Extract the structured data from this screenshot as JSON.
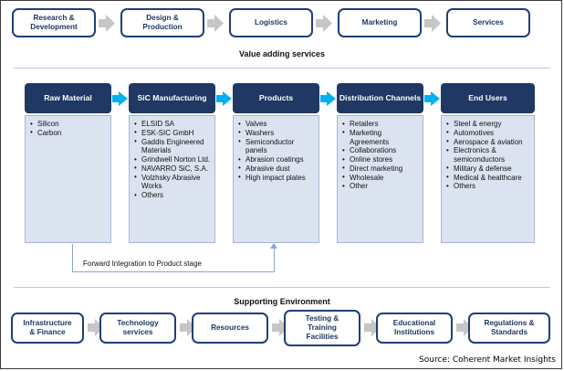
{
  "top_row": {
    "caption": "Value adding services",
    "items": [
      {
        "label": "Research & Development",
        "lines": [
          "Research &",
          "Development"
        ]
      },
      {
        "label": "Design & Production",
        "lines": [
          "Design &",
          "Production"
        ]
      },
      {
        "label": "Logistics",
        "lines": [
          "Logistics"
        ]
      },
      {
        "label": "Marketing",
        "lines": [
          "Marketing"
        ]
      },
      {
        "label": "Services",
        "lines": [
          "Services"
        ]
      }
    ]
  },
  "value_chain": {
    "columns": [
      {
        "title": "Raw Material",
        "title_lines": [
          "Raw Material"
        ],
        "items": [
          "Silicon",
          "Carbon"
        ]
      },
      {
        "title": "SiC Manufacturing",
        "title_lines": [
          "SiC",
          "Manufacturing"
        ],
        "items": [
          "ELSID SA",
          "ESK-SIC GmbH",
          "Gaddis Engineered Materials",
          "Grindwell Norton Ltd.",
          "NAVARRO SiC, S.A.",
          "Volzhsky Abrasive Works",
          "Others"
        ]
      },
      {
        "title": "Products",
        "title_lines": [
          "Products"
        ],
        "items": [
          "Valves",
          "Washers",
          "Semiconductor panels",
          "Abrasion coatings",
          "Abrasive dust",
          "High impact plates"
        ]
      },
      {
        "title": "Distribution Channels",
        "title_lines": [
          "Distribution",
          "Channels"
        ],
        "items": [
          "Retailers",
          "Marketing Agreements",
          "Collaborations",
          "Online stores",
          "Direct marketing",
          "Wholesale",
          "Other"
        ]
      },
      {
        "title": "End Users",
        "title_lines": [
          "End Users"
        ],
        "items": [
          "Steel & energy",
          "Automotives",
          "Aerospace & aviation",
          "Electronics & semiconductors",
          "Military & defense",
          "Medical & healthcare",
          "Others"
        ]
      }
    ]
  },
  "annotation": {
    "forward_integration": "Forward Integration to  Product stage"
  },
  "bottom_row": {
    "caption": "Supporting Environment",
    "items": [
      {
        "label": "Infrastructure & Finance",
        "lines": [
          "Infrastructure",
          "& Finance"
        ]
      },
      {
        "label": "Technology services",
        "lines": [
          "Technology",
          "services"
        ]
      },
      {
        "label": "Resources",
        "lines": [
          "Resources"
        ]
      },
      {
        "label": "Testing & Training Facilities",
        "lines": [
          "Testing &",
          "Training",
          "Facilities"
        ]
      },
      {
        "label": "Educational Institutions",
        "lines": [
          "Educational",
          "Institutions"
        ]
      },
      {
        "label": "Regulations & Standards",
        "lines": [
          "Regulations &",
          "Standards"
        ]
      }
    ]
  },
  "footer": {
    "source": "Source: Coherent Market Insights"
  },
  "colors": {
    "header_navy": "#1f3864",
    "box_border": "#1f3f77",
    "body_fill": "#dce3f0",
    "body_border": "#a8b6d4",
    "grey_arrow": "#c6c6c6",
    "cyan_arrow": "#00b0f0",
    "bracket": "#8ea4cc"
  }
}
